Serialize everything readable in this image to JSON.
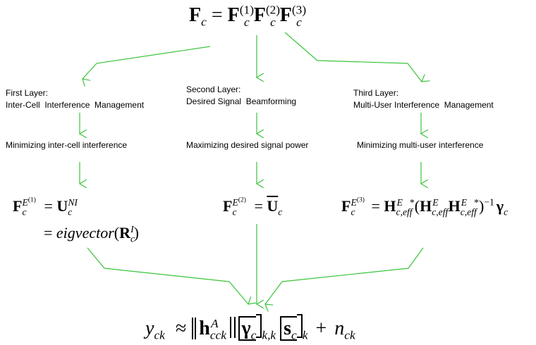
{
  "arrow_color": "#3cc43c",
  "top_equation": {
    "lhs": "F",
    "lhs_sub": "c",
    "eq": "=",
    "f": "F",
    "s1": "(1)",
    "s2": "(2)",
    "s3": "(3)",
    "c": "c"
  },
  "layers": [
    {
      "title_line1": "First Layer:",
      "title_line2": "Inter-Cell  Interference  Management",
      "goal": "Minimizing inter-cell interference"
    },
    {
      "title_line1": "Second Layer:",
      "title_line2": "Desired Signal  Beamforming",
      "goal": "Maximizing desired signal power"
    },
    {
      "title_line1": "Third Layer:",
      "title_line2": "Multi-User Interference  Management",
      "goal": "Minimizing multi-user interference"
    }
  ],
  "formulas": {
    "layer1": {
      "F": "F",
      "c": "c",
      "E": "E",
      "sup_idx": "(1)",
      "eq": "=",
      "U": "U",
      "NI": "NI",
      "line2_eq": "=",
      "eig": "eigvector",
      "R": "R",
      "I": "I",
      "open": "(",
      "close": ")"
    },
    "layer2": {
      "F": "F",
      "c": "c",
      "E": "E",
      "sup_idx": "(2)",
      "eq": "=",
      "U": "U"
    },
    "layer3": {
      "F": "F",
      "c": "c",
      "E": "E",
      "sup_idx": "(3)",
      "eq": "=",
      "H": "H",
      "ceff": "c,eff",
      "star": "*",
      "open": "(",
      "close": ")",
      "inv": "−1",
      "gamma": "γ"
    }
  },
  "bottom_equation": {
    "y": "y",
    "ck": "ck",
    "approx": "≈",
    "h": "h",
    "A": "A",
    "cck": "cck",
    "gamma": "γ",
    "c": "c",
    "kk": "k,k",
    "s": "s",
    "k": "k",
    "plus": "+",
    "n": "n"
  }
}
